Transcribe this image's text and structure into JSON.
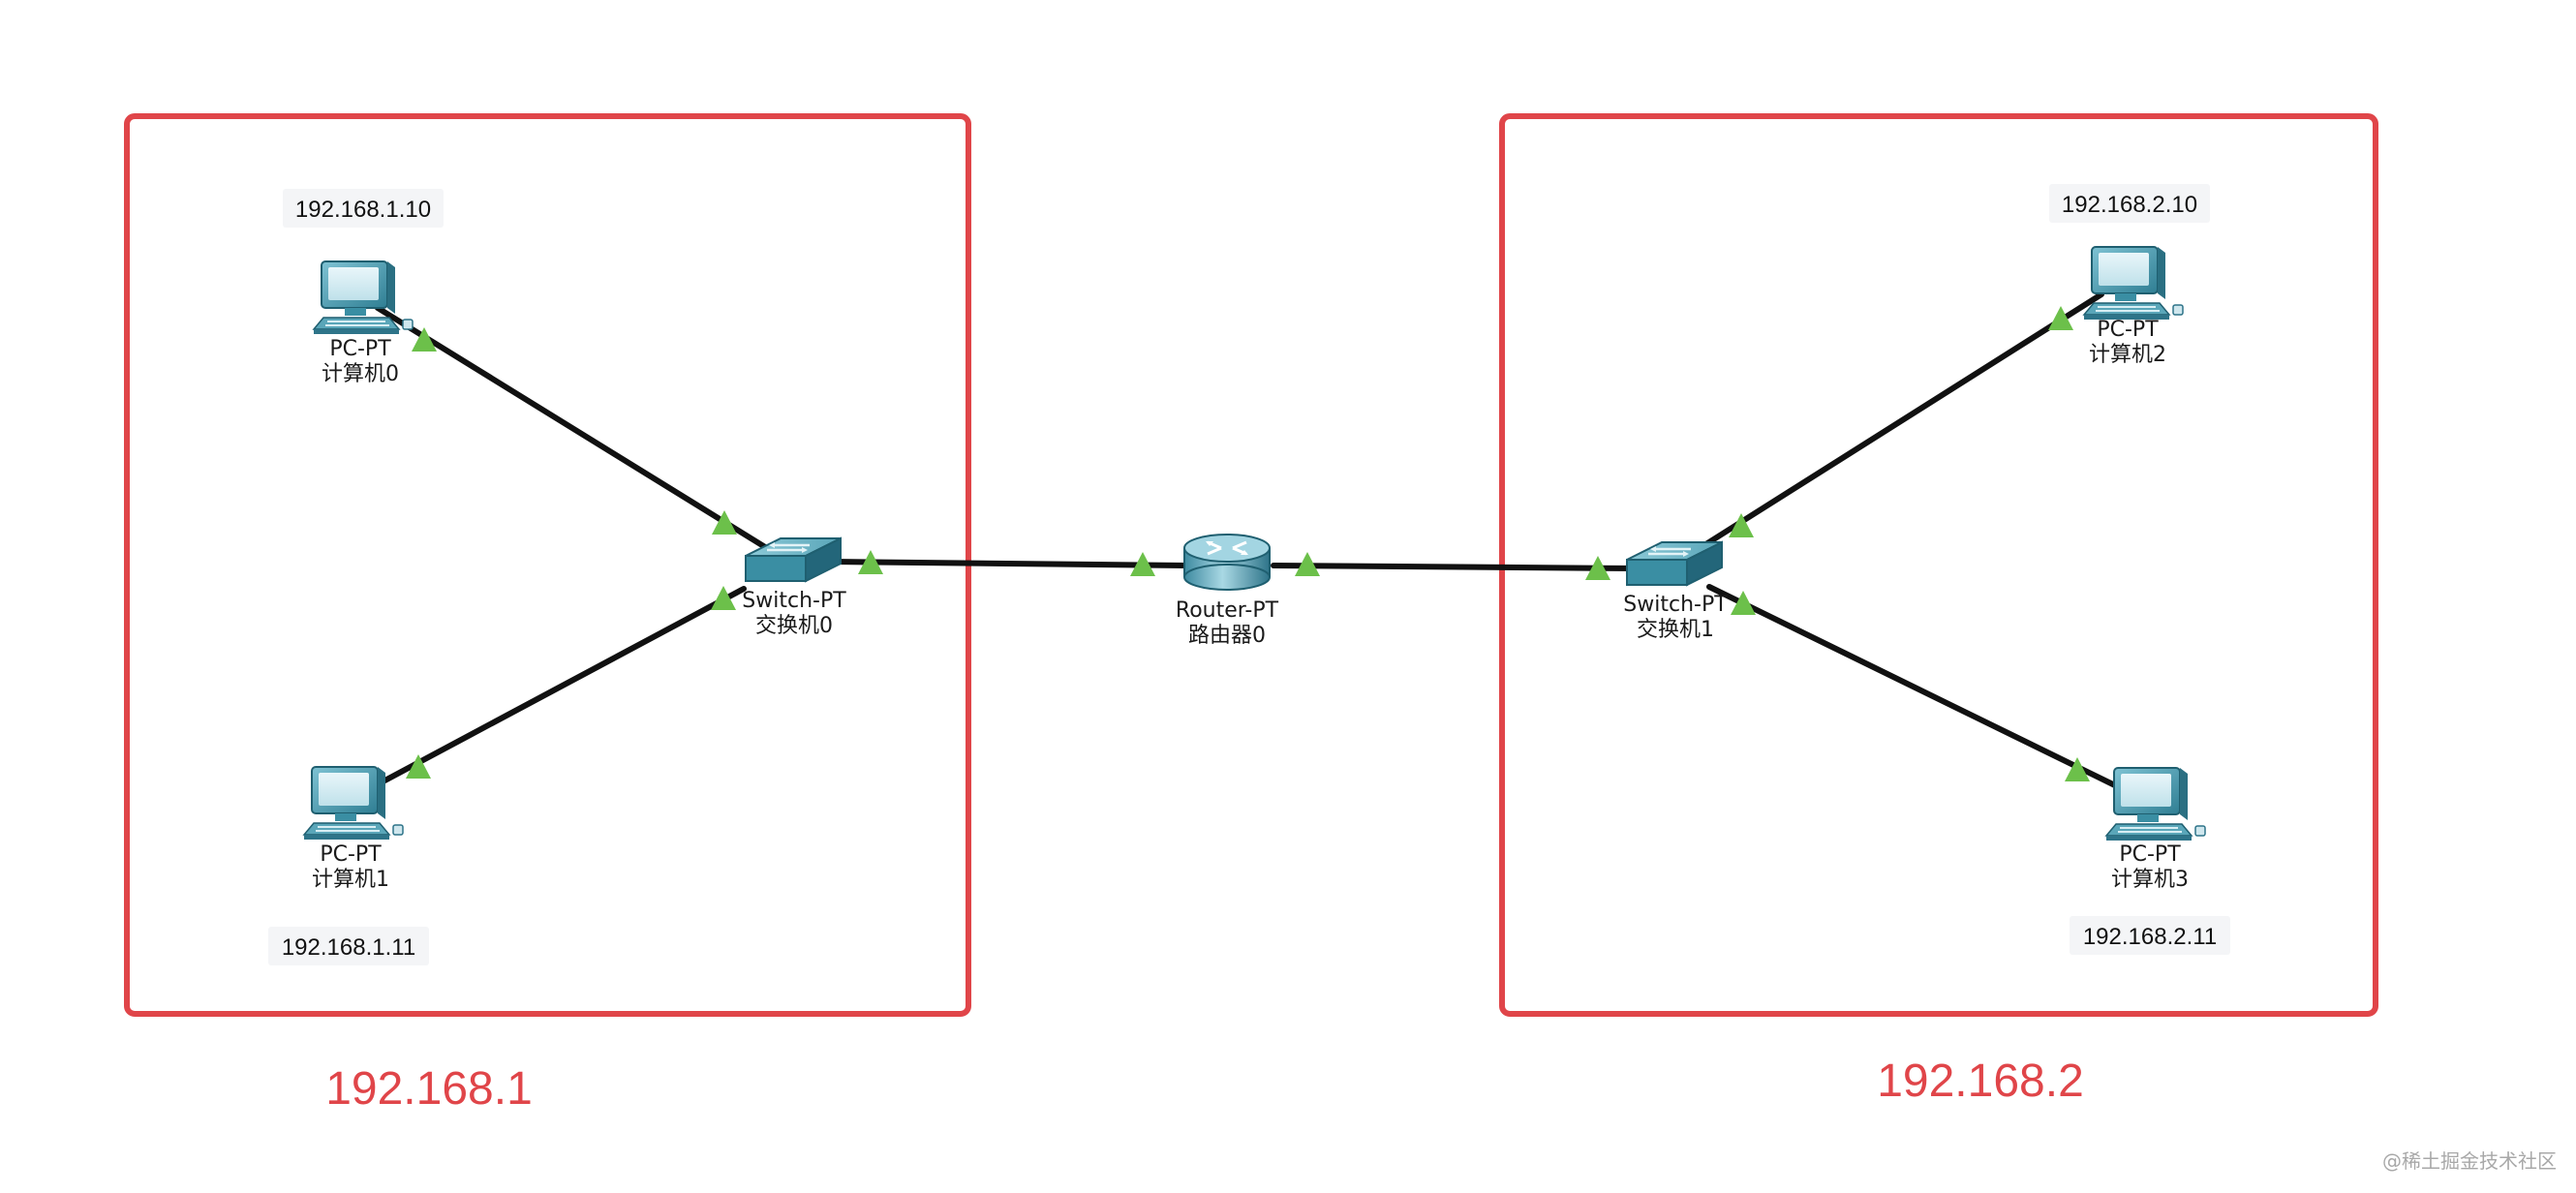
{
  "colors": {
    "box": "#e04549",
    "link": "#111111",
    "port": "#6cc04a",
    "label_bg": "#f4f5f7",
    "device_teal": "#3f8fa3"
  },
  "subnets": {
    "left": {
      "label": "192.168.1"
    },
    "right": {
      "label": "192.168.2"
    }
  },
  "devices": {
    "pc0": {
      "type": "PC-PT",
      "name": "计算机0",
      "ip": "192.168.1.10",
      "icon": "pc-icon"
    },
    "pc1": {
      "type": "PC-PT",
      "name": "计算机1",
      "ip": "192.168.1.11",
      "icon": "pc-icon"
    },
    "pc2": {
      "type": "PC-PT",
      "name": "计算机2",
      "ip": "192.168.2.10",
      "icon": "pc-icon"
    },
    "pc3": {
      "type": "PC-PT",
      "name": "计算机3",
      "ip": "192.168.2.11",
      "icon": "pc-icon"
    },
    "switch0": {
      "type": "Switch-PT",
      "name": "交换机0",
      "icon": "switch-icon"
    },
    "switch1": {
      "type": "Switch-PT",
      "name": "交换机1",
      "icon": "switch-icon"
    },
    "router0": {
      "type": "Router-PT",
      "name": "路由器0",
      "icon": "router-icon"
    }
  },
  "links": [
    {
      "from": "pc0",
      "to": "switch0"
    },
    {
      "from": "pc1",
      "to": "switch0"
    },
    {
      "from": "switch0",
      "to": "router0"
    },
    {
      "from": "router0",
      "to": "switch1"
    },
    {
      "from": "switch1",
      "to": "pc2"
    },
    {
      "from": "switch1",
      "to": "pc3"
    }
  ],
  "watermark": "@稀土掘金技术社区"
}
